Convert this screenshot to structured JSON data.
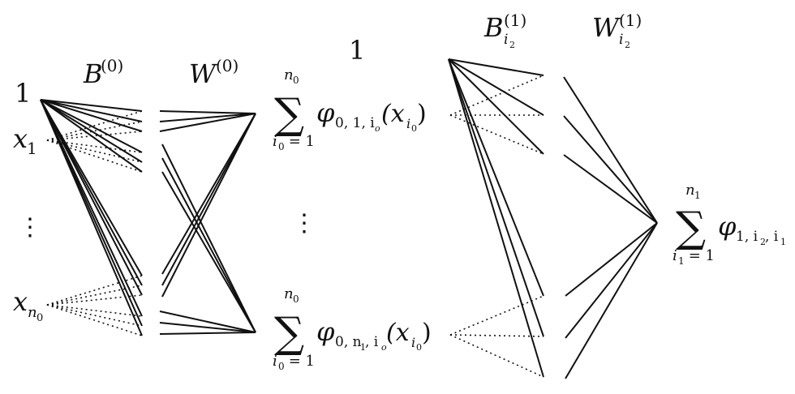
{
  "labels": {
    "one_left": "1",
    "one_mid": "1",
    "x1": "x",
    "x1_sub": "1",
    "xn": "x",
    "xn_sub": "n",
    "xn_subsub": "0",
    "B0": "B",
    "B0_sup": "(0)",
    "W0": "W",
    "W0_sup": "(0)",
    "B1": "B",
    "B1_sup": "(1)",
    "B1_sub": "i",
    "B1_subsub": "2",
    "W1": "W",
    "W1_sup": "(1)",
    "W1_sub": "i",
    "W1_subsub": "2"
  },
  "sums": {
    "sigma": "∑",
    "top": {
      "upper": "n",
      "upper_sub": "0",
      "lower": "i",
      "lower_sub": "0",
      "lower_rest": " = 1",
      "phi": "φ",
      "phi_sub": "0, 1, i",
      "phi_subsub": "o",
      "arg_open": "(x",
      "arg_sub": "i",
      "arg_subsub": "0",
      "arg_close": ")"
    },
    "bottom": {
      "upper": "n",
      "upper_sub": "0",
      "lower": "i",
      "lower_sub": "0",
      "lower_rest": " = 1",
      "phi": "φ",
      "phi_sub": "0, n",
      "phi_subsub": "1",
      "phi_sub2": ", i",
      "phi_subsub2": "o",
      "arg_open": "(x",
      "arg_sub": "i",
      "arg_subsub": "0",
      "arg_close": ")"
    },
    "right": {
      "upper": "n",
      "upper_sub": "1",
      "lower": "i",
      "lower_sub": "1",
      "lower_rest": " = 1",
      "phi": "φ",
      "phi_sub": "1, i",
      "phi_subsub": "2",
      "phi_sub2": ", i",
      "phi_subsub2": "1"
    }
  },
  "ellipsis": "⋮"
}
